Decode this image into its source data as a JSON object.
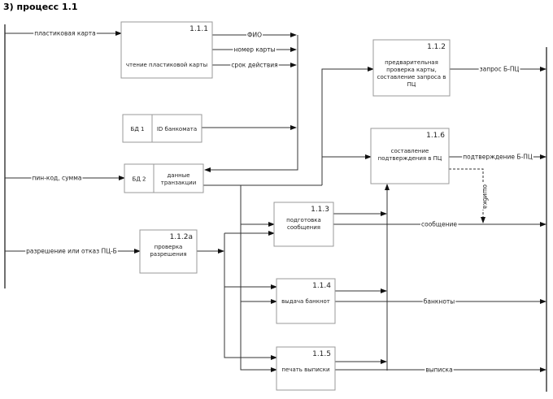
{
  "title": "3) процесс 1.1",
  "processes": {
    "p111": {
      "id": "1.1.1",
      "lines": [
        "чтение пластиковой карты"
      ]
    },
    "p112": {
      "id": "1.1.2",
      "lines": [
        "предварительная",
        "проверка карты,",
        "составление запроса в",
        "ПЦ"
      ]
    },
    "p116": {
      "id": "1.1.6",
      "lines": [
        "составление",
        "подтверждения в ПЦ"
      ]
    },
    "p113": {
      "id": "1.1.3",
      "lines": [
        "подготовка",
        "сообщения"
      ]
    },
    "p112a": {
      "id": "1.1.2а",
      "lines": [
        "проверка",
        "разрешения"
      ]
    },
    "p114": {
      "id": "1.1.4",
      "lines": [
        "выдача банкнот"
      ]
    },
    "p115": {
      "id": "1.1.5",
      "lines": [
        "печать выписки"
      ]
    }
  },
  "stores": {
    "db1": {
      "id": "БД 1",
      "lines": [
        "ID банкомата"
      ]
    },
    "db2": {
      "id": "БД 2",
      "lines": [
        "данные",
        "транзакции"
      ]
    }
  },
  "flows": {
    "card": "пластиковая карта",
    "fio": "ФИО",
    "card_number": "номер карты",
    "expiry": "срок действия",
    "pin": "пин-код, сумма",
    "auth": "разрешение или отказ ПЦ-Б",
    "request": "запрос Б-ПЦ",
    "confirm": "подтверждение Б-ПЦ",
    "error": "ошибка",
    "message": "сообщение",
    "notes": "банкноты",
    "statement": "выписка"
  }
}
